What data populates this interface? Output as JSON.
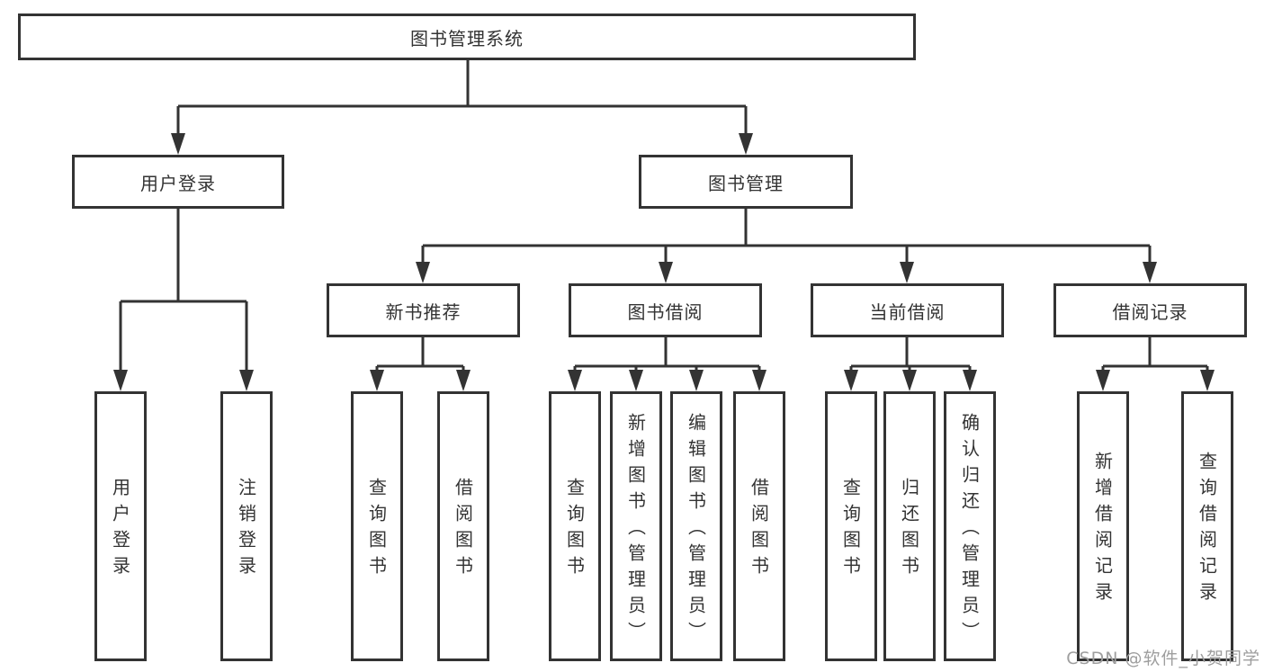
{
  "diagram": {
    "root": {
      "label": "图书管理系统"
    },
    "branches": [
      {
        "label": "用户登录",
        "children": [
          {
            "label": "用户登录"
          },
          {
            "label": "注销登录"
          }
        ]
      },
      {
        "label": "图书管理",
        "children": [
          {
            "label": "新书推荐",
            "children": [
              {
                "label": "查询图书"
              },
              {
                "label": "借阅图书"
              }
            ]
          },
          {
            "label": "图书借阅",
            "children": [
              {
                "label": "查询图书"
              },
              {
                "label": "新增图书（管理员）"
              },
              {
                "label": "编辑图书（管理员）"
              },
              {
                "label": "借阅图书"
              }
            ]
          },
          {
            "label": "当前借阅",
            "children": [
              {
                "label": "查询图书"
              },
              {
                "label": "归还图书"
              },
              {
                "label": "确认归还（管理员）"
              }
            ]
          },
          {
            "label": "借阅记录",
            "children": [
              {
                "label": "新增借阅记录"
              },
              {
                "label": "查询借阅记录"
              }
            ]
          }
        ]
      }
    ]
  },
  "watermark": {
    "text": "CSDN @软件_小贺同学"
  },
  "colors": {
    "line_color": "#333333",
    "text_color": "#333333",
    "watermark_color": "#9e9e9e",
    "bg_color": "#ffffff",
    "box_bg": "#ffffff"
  }
}
